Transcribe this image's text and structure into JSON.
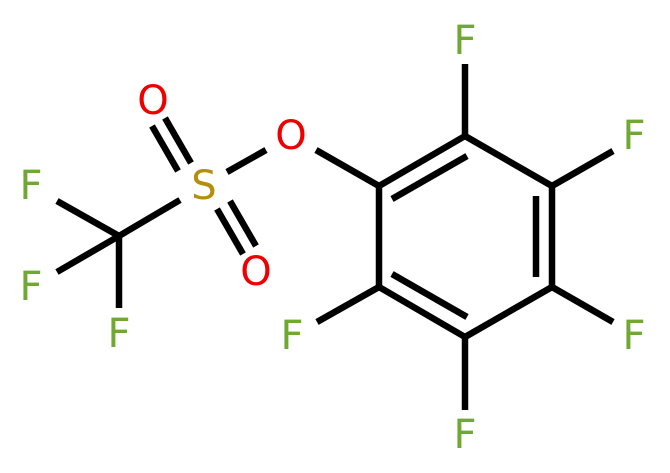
{
  "colors": {
    "fluorine": "#6fa832",
    "oxygen": "#ee0000",
    "sulfur": "#b58e0b",
    "bond": "#000000",
    "background": "#ffffff"
  },
  "atoms": {
    "f_ring_top": "F",
    "f_ring_upper_right": "F",
    "f_ring_lower_right": "F",
    "f_ring_bottom": "F",
    "f_ring_lower_left": "F",
    "o_ester": "O",
    "s_sulfonyl": "S",
    "o_sulfonyl_top": "O",
    "o_sulfonyl_bottom": "O",
    "f_cf3_upper": "F",
    "f_cf3_middle": "F",
    "f_cf3_lower": "F"
  }
}
